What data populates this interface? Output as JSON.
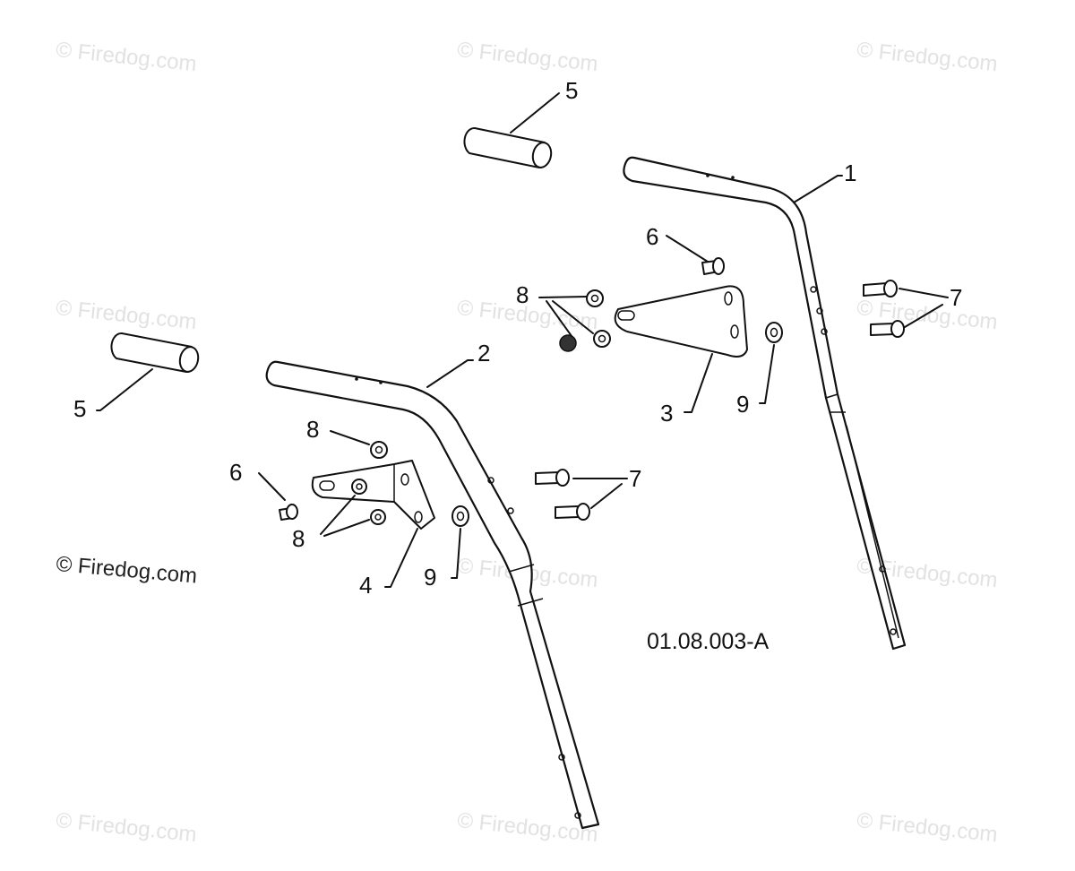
{
  "watermark": {
    "text": "© Firedog.com"
  },
  "drawing_code": "01.08.003-A",
  "callouts": {
    "handle_upper": "1",
    "handle_lower": "2",
    "bracket_right": "3",
    "bracket_left": "4",
    "grip_top": "5",
    "grip_left": "5",
    "bolt_right": "6",
    "bolt_left": "6",
    "bolts_right": "7",
    "bolts_left": "7",
    "nuts_right": "8",
    "nut_left_top": "8",
    "nuts_left_bottom": "8",
    "washer_right": "9",
    "washer_left": "9"
  }
}
